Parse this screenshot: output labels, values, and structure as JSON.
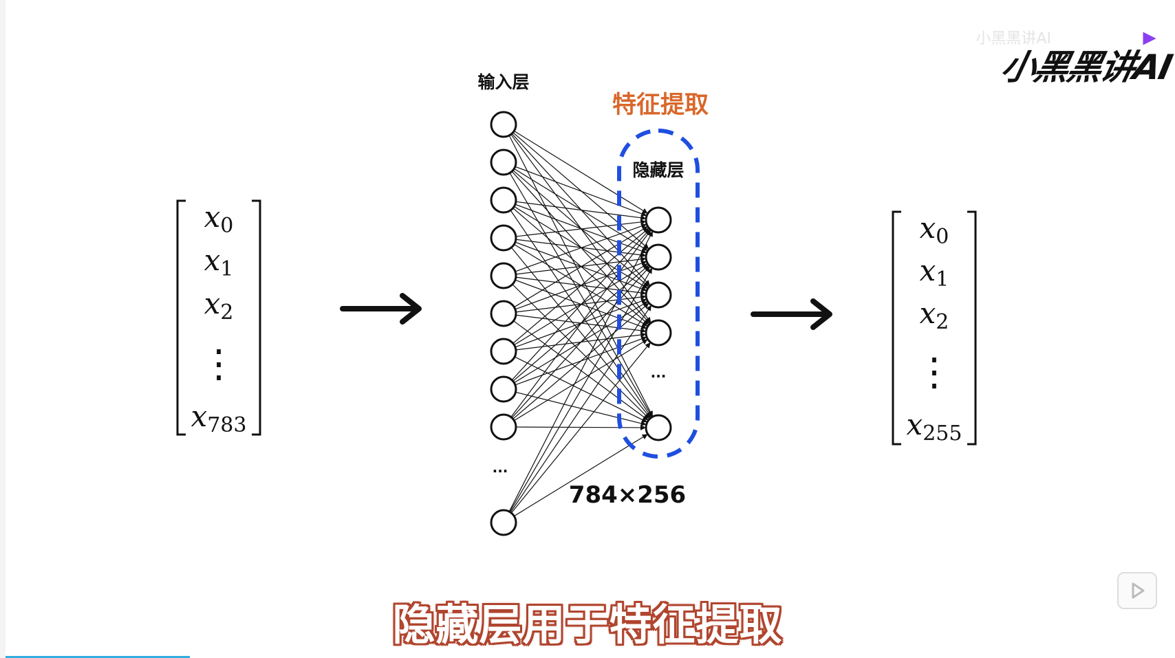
{
  "brand": {
    "logo_text": "小黑黑讲AI",
    "faint_text": "小黑黑讲AI"
  },
  "diagram": {
    "input_vector": {
      "entries": [
        {
          "base": "x",
          "sub": "0"
        },
        {
          "base": "x",
          "sub": "1"
        },
        {
          "base": "x",
          "sub": "2"
        },
        {
          "base": "x",
          "sub": "783"
        }
      ],
      "dots": "⋮"
    },
    "output_vector": {
      "entries": [
        {
          "base": "x",
          "sub": "0"
        },
        {
          "base": "x",
          "sub": "1"
        },
        {
          "base": "x",
          "sub": "2"
        },
        {
          "base": "x",
          "sub": "255"
        }
      ],
      "dots": "⋮"
    },
    "input_layer_label": "输入层",
    "feature_extraction_label": "特征提取",
    "hidden_layer_label": "隐藏层",
    "input_ellipsis": "···",
    "hidden_ellipsis": "···",
    "weight_dims_label": "784×256",
    "colors": {
      "accent_orange": "#d9672a",
      "dashed_blue": "#1f4fe0",
      "ink": "#111111"
    }
  },
  "subtitle": {
    "text": "隐藏层用于特征提取",
    "outline_color": "#b0452e"
  }
}
